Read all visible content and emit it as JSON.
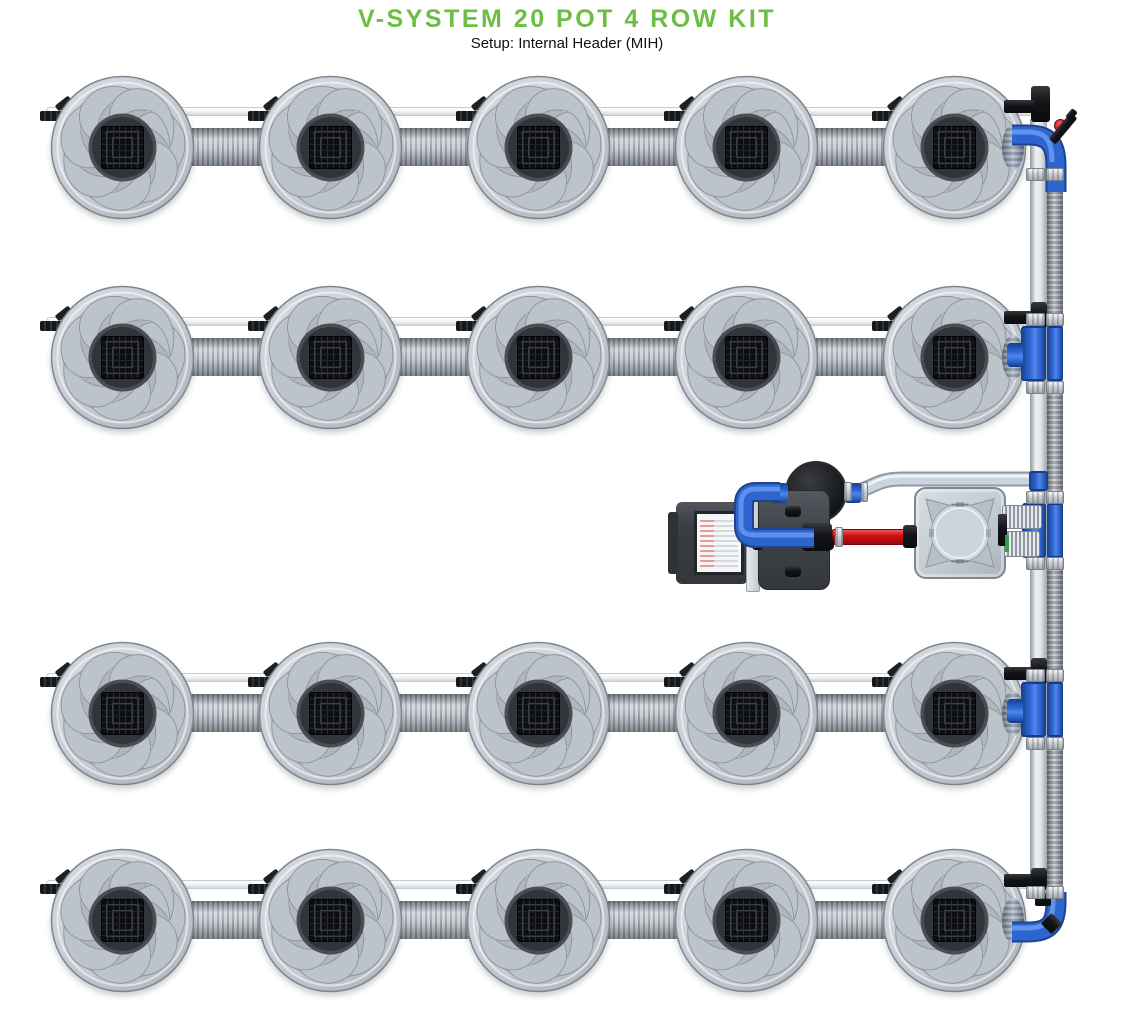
{
  "page": {
    "title": "V-SYSTEM 20 POT 4 ROW KIT",
    "subtitle": "Setup: Internal Header (MIH)"
  },
  "system": {
    "rows": 4,
    "pots_per_row": 5,
    "total_pots": 20,
    "header_type": "Internal Header (MIH)",
    "components": {
      "grow_pot": "grow-pot",
      "net_pot_lid": "net-pot-lid",
      "inter_pot_pipe": "corrugated-inter-pot-pipe",
      "feed_tube": "feed-tube",
      "barb_fitting": "barb-fitting",
      "header_feed_pipe": "header-feed-pipe",
      "header_return_pipe": "corrugated-header-return-pipe",
      "tee_fitting": "blue-tee-fitting",
      "elbow_fitting": "blue-elbow-fitting",
      "pipe_clamp": "pipe-clamp",
      "drain_valve": "drain-valve",
      "pump": "water-pump",
      "inline_filter": "inline-filter",
      "header_tank": "header-tank",
      "pressure_pipe": "red-pressure-pipe"
    }
  },
  "colors": {
    "title_green": "#6CBE45",
    "text_dark": "#111111",
    "pipe_blue": "#2D64CF",
    "pipe_blue_light": "#6DA0F2",
    "pipe_blue_dark": "#1C448F",
    "valve_red": "#C90E14",
    "pot_gray": "#C7CDD4",
    "hub_dark": "#313439",
    "fitting_black": "#141517",
    "pipe_silver": "#CBD5DF",
    "background": "#FFFFFF"
  }
}
